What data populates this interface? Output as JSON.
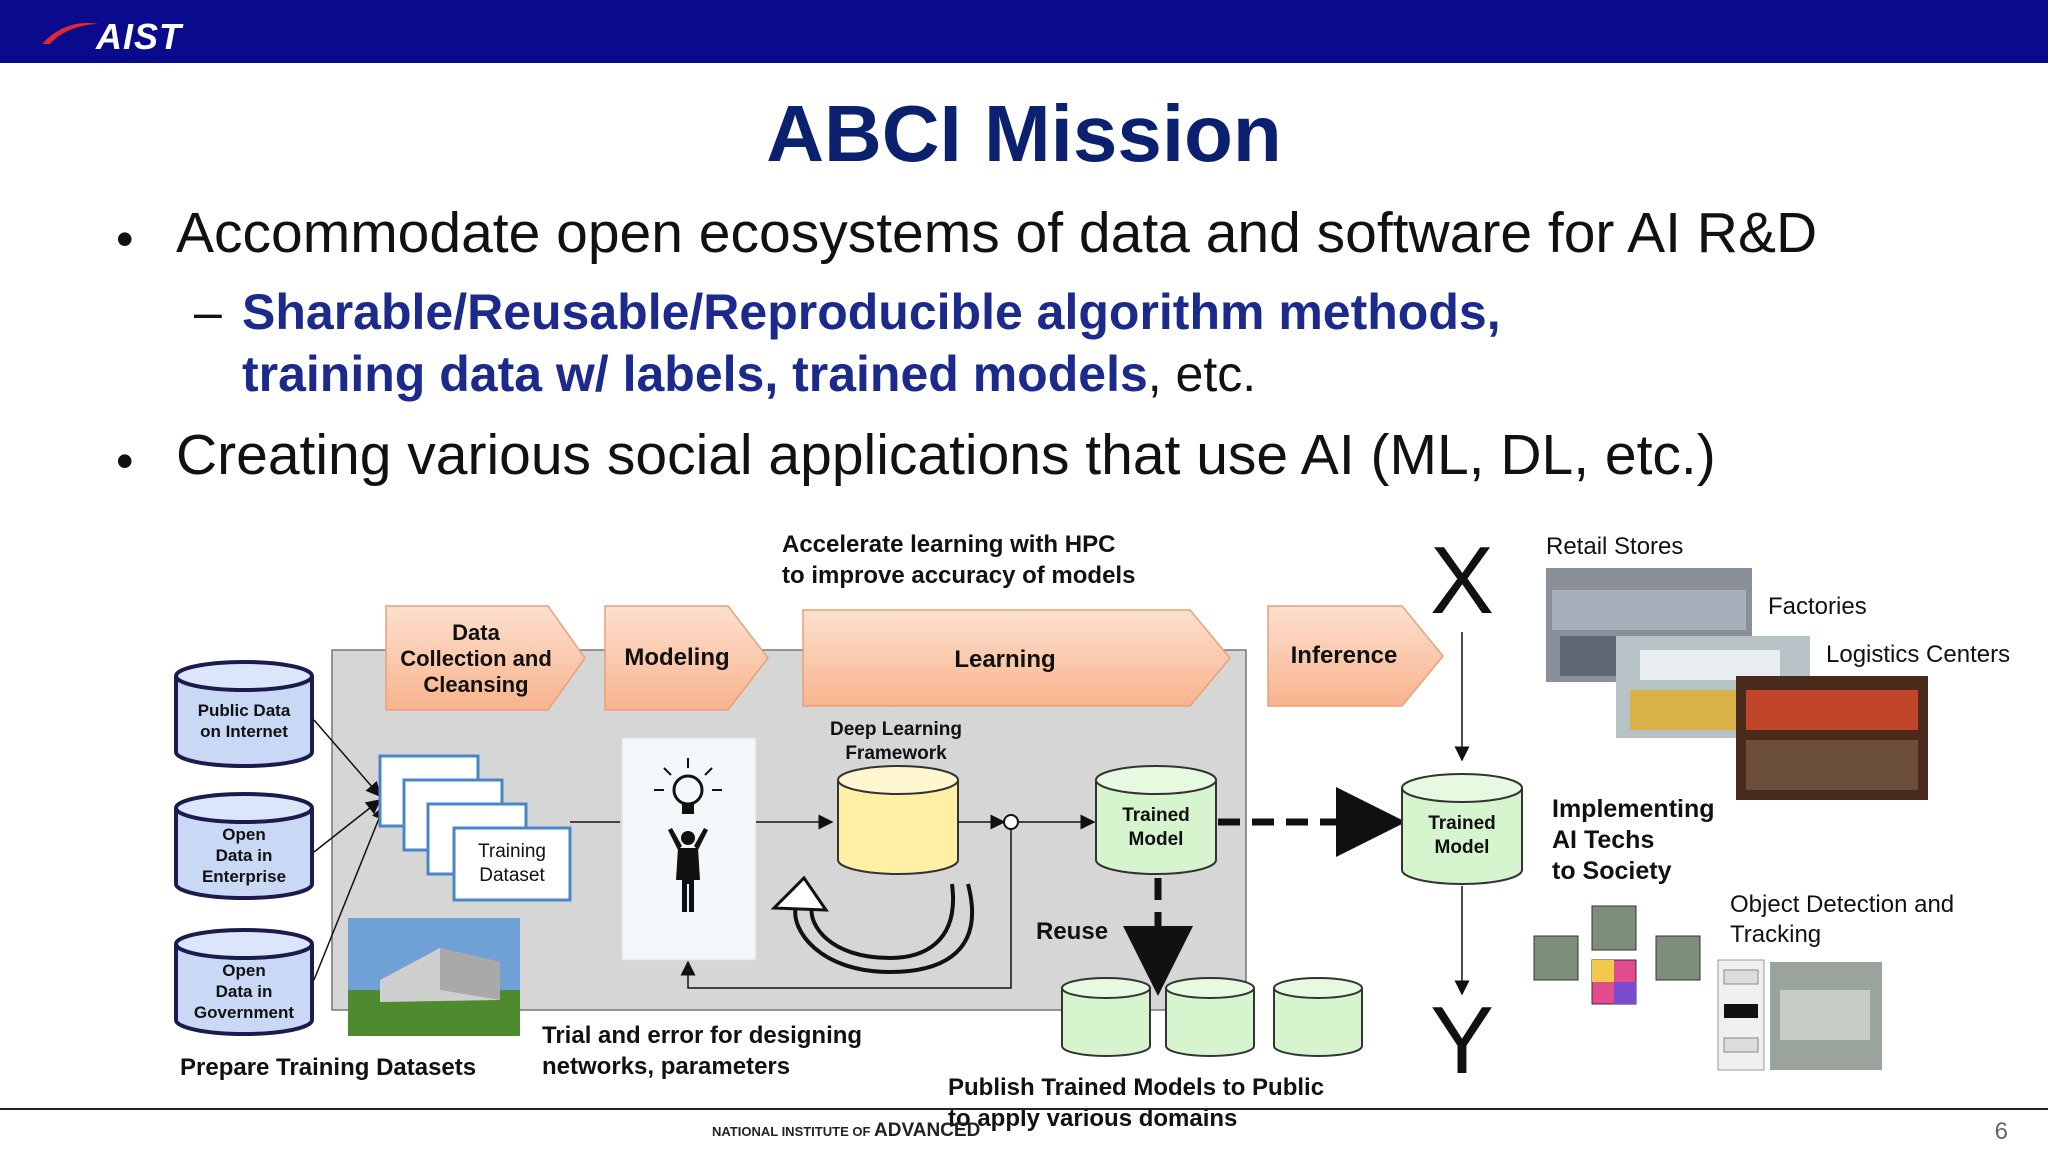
{
  "header": {
    "logo_text": "AIST",
    "brand_color": "#0a0a8c",
    "logo_swoosh_color": "#e3262f"
  },
  "slide": {
    "title": "ABCI Mission",
    "bullet1": "Accommodate open ecosystems of data and software for AI R&D",
    "sub1_line1": "Sharable/Reusable/Reproducible algorithm methods,",
    "sub1_line2_bold": "training data w/ labels, trained models",
    "sub1_line2_rest": ", etc.",
    "dash": "–",
    "bullet_char": "•",
    "bullet2": "Creating various social applications that use AI (ML, DL, etc.)",
    "title_color": "#0b2170",
    "sub_color": "#1c2a8c"
  },
  "diagram": {
    "hpc_note_line1": "Accelerate learning with HPC",
    "hpc_note_line2": "to improve accuracy of models",
    "stages": {
      "data_collection_line1": "Data",
      "data_collection_line2": "Collection and",
      "data_collection_line3": "Cleansing",
      "modeling": "Modeling",
      "learning": "Learning",
      "inference": "Inference"
    },
    "sources": {
      "public_line1": "Public Data",
      "public_line2": "on Internet",
      "enterprise_line1": "Open",
      "enterprise_line2": "Data in",
      "enterprise_line3": "Enterprise",
      "government_line1": "Open",
      "government_line2": "Data in",
      "government_line3": "Government"
    },
    "training_dataset_line1": "Training",
    "training_dataset_line2": "Dataset",
    "dl_framework_line1": "Deep Learning",
    "dl_framework_line2": "Framework",
    "trained_model_line1": "Trained",
    "trained_model_line2": "Model",
    "reuse": "Reuse",
    "prepare": "Prepare Training Datasets",
    "trial_line1": "Trial and error for designing",
    "trial_line2": "networks, parameters",
    "publish_line1": "Publish Trained Models to Public",
    "publish_line2": "to apply various domains",
    "x_label": "X",
    "y_label": "Y",
    "implementing_line1": "Implementing",
    "implementing_line2": "AI Techs",
    "implementing_line3": "to Society",
    "retail": "Retail Stores",
    "factories": "Factories",
    "logistics": "Logistics Centers",
    "object_line1": "Object Detection and",
    "object_line2": "Tracking",
    "colors": {
      "stage_fill": "#fbc4a4",
      "panel": "#d9d9d9",
      "cyl_blue": "#c9d9f5",
      "cyl_green": "#d6f5cf",
      "cyl_yellow": "#fff0a6"
    }
  },
  "footer": {
    "inst_small": "NATIONAL INSTITUTE OF",
    "inst_bold": "ADVANCED",
    "page": "6"
  }
}
